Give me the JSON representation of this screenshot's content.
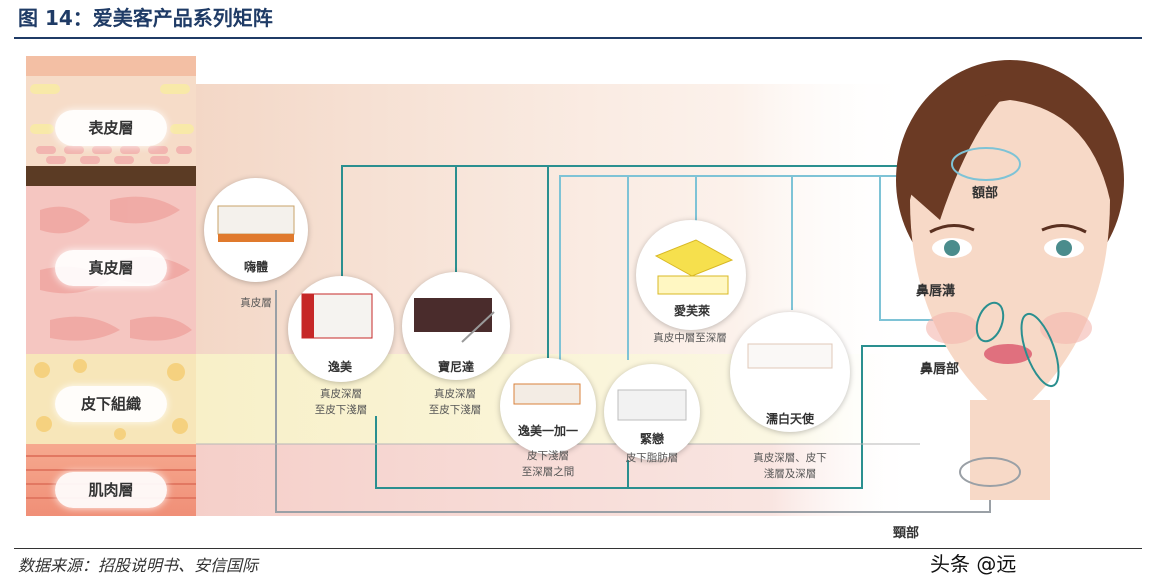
{
  "title": "图 14：爱美客产品系列矩阵",
  "layers": [
    {
      "label": "表皮層"
    },
    {
      "label": "真皮層"
    },
    {
      "label": "皮下組織"
    },
    {
      "label": "肌肉層"
    }
  ],
  "products": [
    {
      "name": "嗨體",
      "desc": "真皮層"
    },
    {
      "name": "逸美",
      "desc": "真皮深層\n至皮下淺層"
    },
    {
      "name": "寶尼達",
      "desc": "真皮深層\n至皮下淺層"
    },
    {
      "name": "逸美一加一",
      "desc": "皮下淺層\n至深層之間"
    },
    {
      "name": "緊戀",
      "desc": "皮下脂肪層"
    },
    {
      "name": "愛芙萊",
      "desc": "真皮中層至深層"
    },
    {
      "name": "濡白天使",
      "desc": "真皮深層、皮下\n淺層及深層"
    }
  ],
  "face_regions": [
    {
      "label": "額部"
    },
    {
      "label": "鼻唇溝"
    },
    {
      "label": "鼻唇部"
    },
    {
      "label": "頸部"
    }
  ],
  "source": "数据来源：招股说明书、安信国际",
  "watermark": "头条 @远",
  "colors": {
    "title": "#1f3b66",
    "teal_line": "#2a8f8f",
    "light_blue_line": "#7ec3d6",
    "grey_line": "#9aa0a6"
  }
}
